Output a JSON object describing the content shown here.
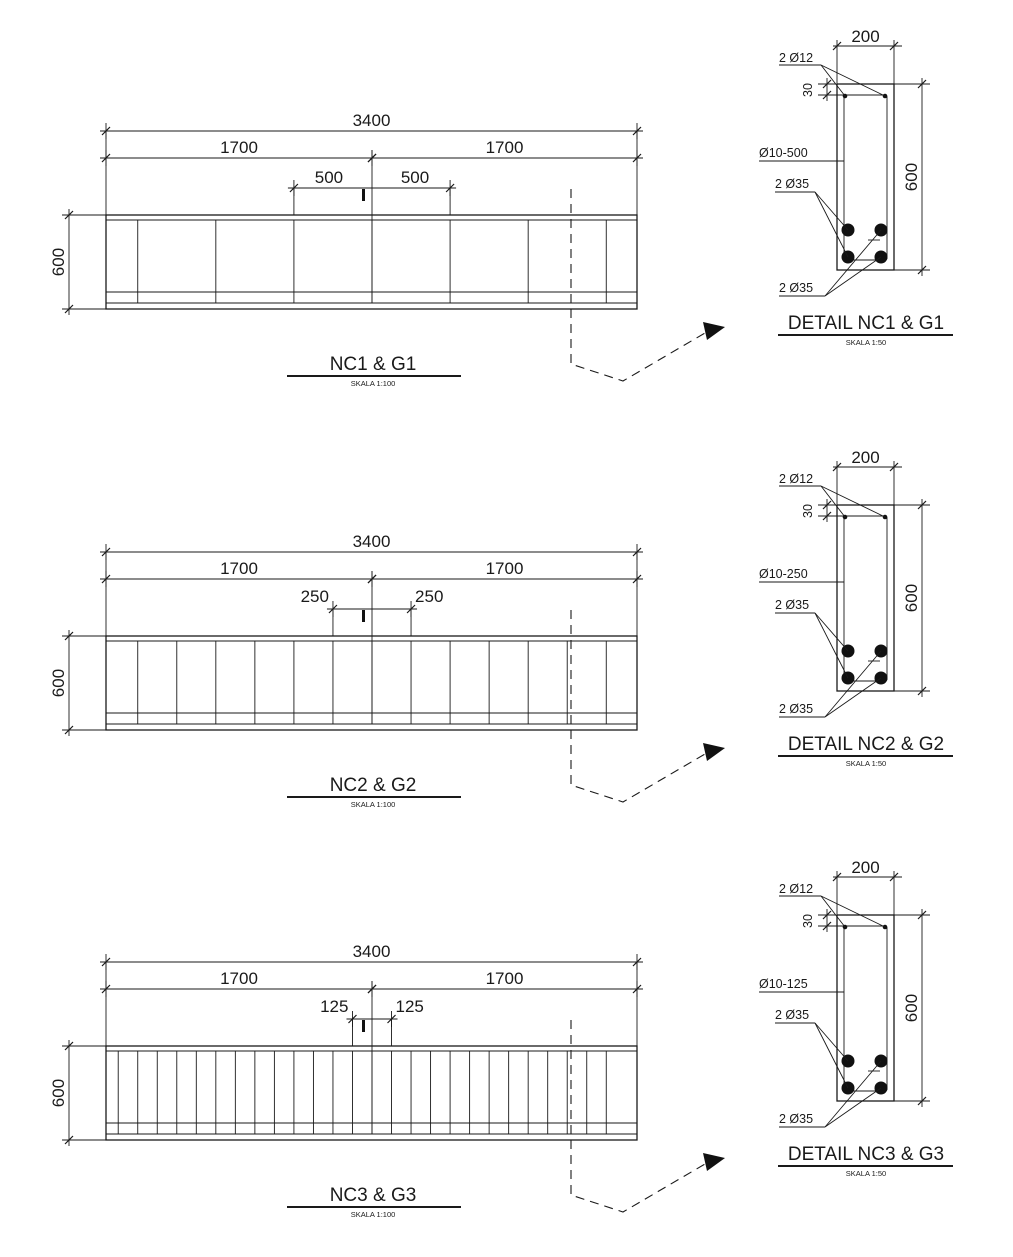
{
  "panels": [
    {
      "id": "nc1",
      "elevation": {
        "title": "NC1 & G1",
        "scale": "SKALA 1:100",
        "total_length": "3400",
        "half_left": "1700",
        "half_right": "1700",
        "height": "600",
        "spacing_left": "500",
        "spacing_right": "500",
        "stirrup_spacing_mm": 500
      },
      "section": {
        "title": "DETAIL NC1 & G1",
        "scale": "SKALA 1:50",
        "width": "200",
        "height": "600",
        "cover": "30",
        "top_bars": "2 Ø12",
        "stirrups": "Ø10-500",
        "mid_bars": "2 Ø35",
        "bottom_bars": "2 Ø35"
      }
    },
    {
      "id": "nc2",
      "elevation": {
        "title": "NC2 & G2",
        "scale": "SKALA 1:100",
        "total_length": "3400",
        "half_left": "1700",
        "half_right": "1700",
        "height": "600",
        "spacing_left": "250",
        "spacing_right": "250",
        "stirrup_spacing_mm": 250
      },
      "section": {
        "title": "DETAIL NC2 & G2",
        "scale": "SKALA 1:50",
        "width": "200",
        "height": "600",
        "cover": "30",
        "top_bars": "2 Ø12",
        "stirrups": "Ø10-250",
        "mid_bars": "2 Ø35",
        "bottom_bars": "2 Ø35"
      }
    },
    {
      "id": "nc3",
      "elevation": {
        "title": "NC3 & G3",
        "scale": "SKALA 1:100",
        "total_length": "3400",
        "half_left": "1700",
        "half_right": "1700",
        "height": "600",
        "spacing_left": "125",
        "spacing_right": "125",
        "stirrup_spacing_mm": 125
      },
      "section": {
        "title": "DETAIL NC3 & G3",
        "scale": "SKALA 1:50",
        "width": "200",
        "height": "600",
        "cover": "30",
        "top_bars": "2 Ø12",
        "stirrups": "Ø10-125",
        "mid_bars": "2 Ø35",
        "bottom_bars": "2 Ø35"
      }
    }
  ]
}
